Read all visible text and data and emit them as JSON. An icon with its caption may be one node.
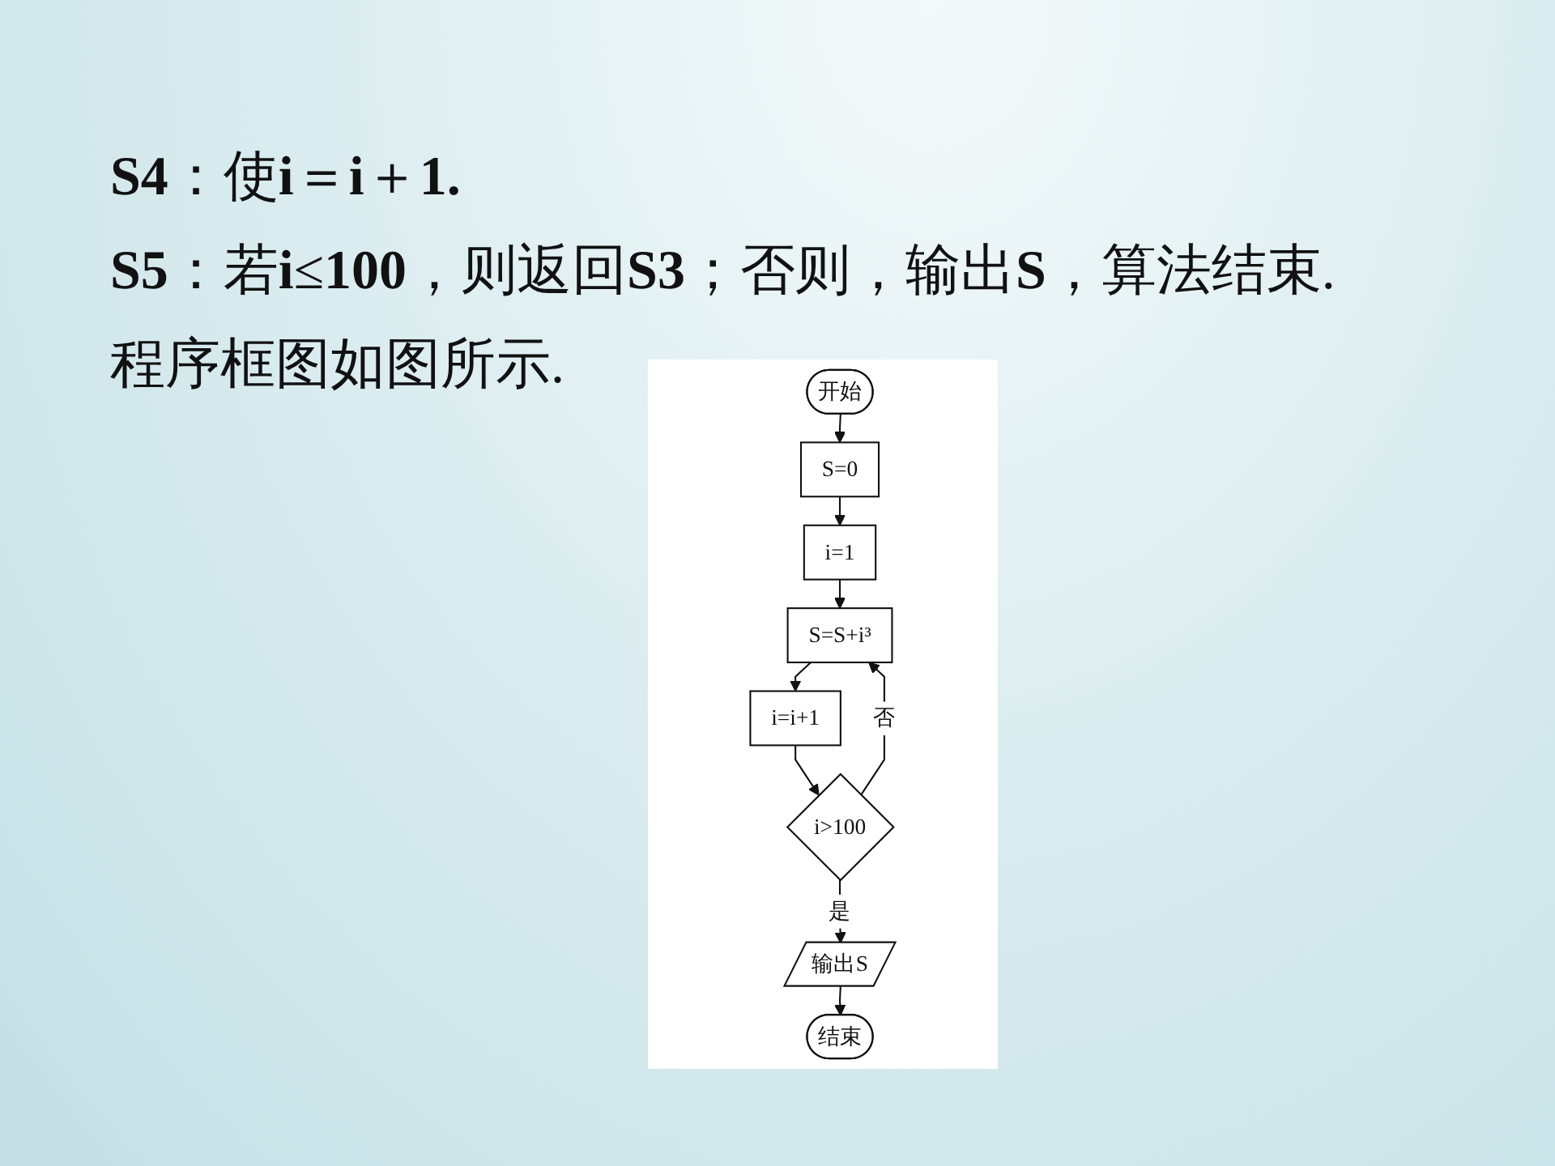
{
  "diagram": {
    "nodes": [
      {
        "text": [
          "开始"
        ]
      },
      {
        "text": [
          "S=0"
        ]
      },
      {
        "text": [
          "i=1"
        ]
      },
      {
        "text": [
          "S=S+i³"
        ]
      },
      {
        "text": [
          "i=i+1"
        ]
      },
      {
        "text": [
          "i>100"
        ]
      },
      {
        "text": [
          "输出S"
        ]
      },
      {
        "text": [
          "结束"
        ]
      }
    ],
    "edges": [
      {
        "from": 0,
        "to": 1,
        "arrow": "to"
      },
      {
        "from": 1,
        "to": 2,
        "arrow": "to"
      },
      {
        "from": 2,
        "to": 3,
        "arrow": "to"
      },
      {
        "from": 3,
        "to": 4,
        "arrow": "to"
      },
      {
        "from": 4,
        "to": 5,
        "arrow": "to"
      },
      {
        "from": 5,
        "to": 6,
        "label": "是",
        "arrow": "to"
      },
      {
        "from": 6,
        "to": 7,
        "arrow": "to"
      },
      {
        "from": 5,
        "to": 3,
        "label": "否",
        "arrow": "to"
      }
    ],
    "labels": [
      "**S4**：使**i**＝**i**＋**1.**",
      "**S5**：若**i**≤**100**，则返回**S3**；否则，输出**S**，算法结束.",
      "程序框图如图所示."
    ]
  }
}
